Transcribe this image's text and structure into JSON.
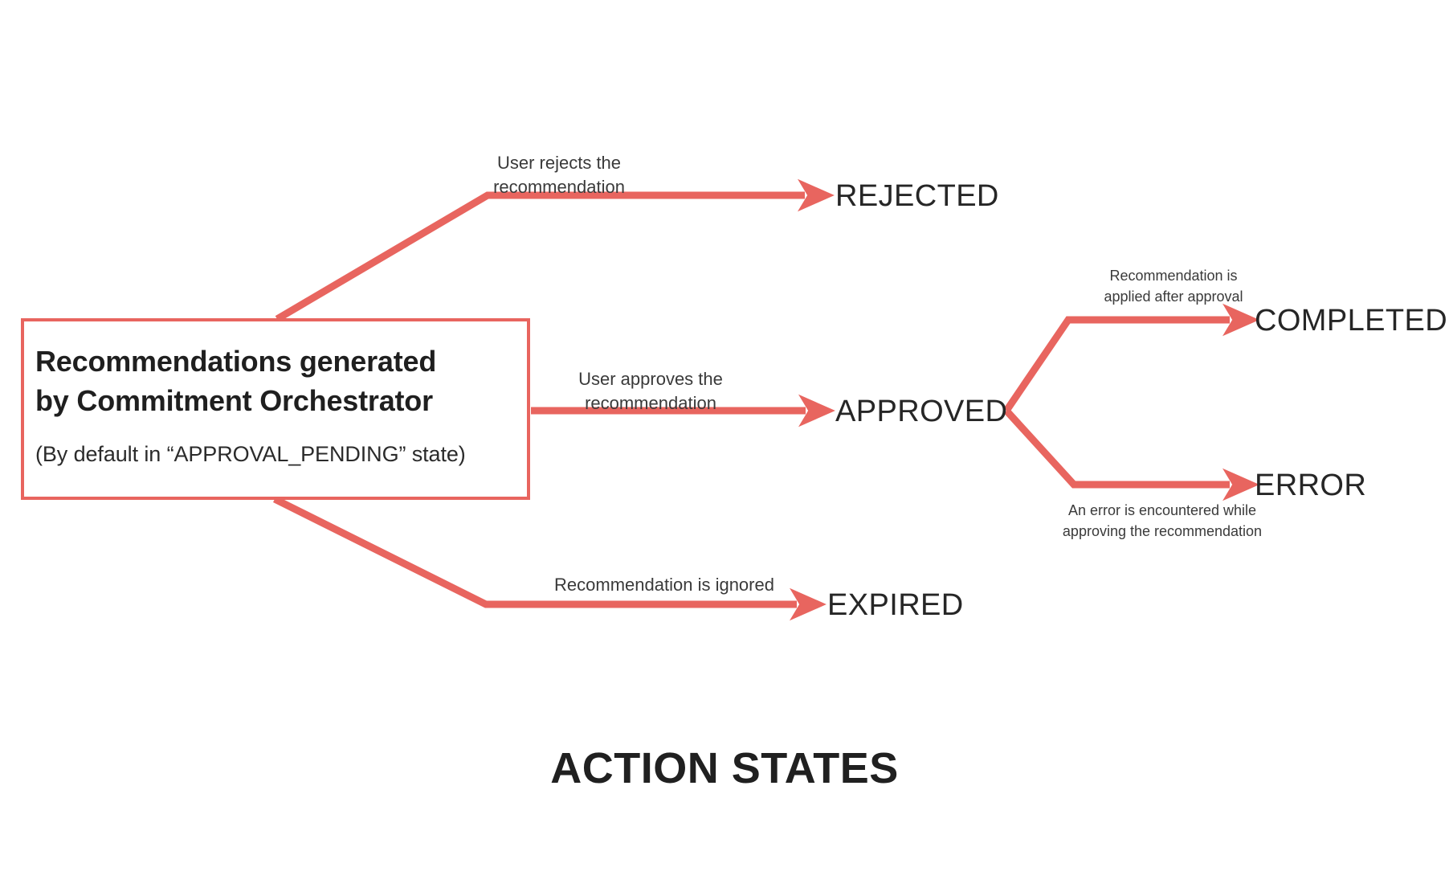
{
  "diagram": {
    "title": "ACTION STATES",
    "accent_color": "#e8655f",
    "text_color": "#262626",
    "background_color": "#ffffff",
    "type": "flowchart"
  },
  "source": {
    "name": "source-node",
    "title_line1": "Recommendations generated",
    "title_line2": "by Commitment Orchestrator",
    "subtitle": "(By default in “APPROVAL_PENDING” state)"
  },
  "states": {
    "rejected": "REJECTED",
    "approved": "APPROVED",
    "expired": "EXPIRED",
    "completed": "COMPLETED",
    "error": "ERROR"
  },
  "transitions": {
    "to_rejected": "User rejects the\nrecommendation",
    "to_approved": "User approves the\nrecommendation",
    "to_expired": "Recommendation is ignored",
    "to_completed": "Recommendation is\napplied after approval",
    "to_error": "An error is encountered while\napproving the recommendation"
  }
}
